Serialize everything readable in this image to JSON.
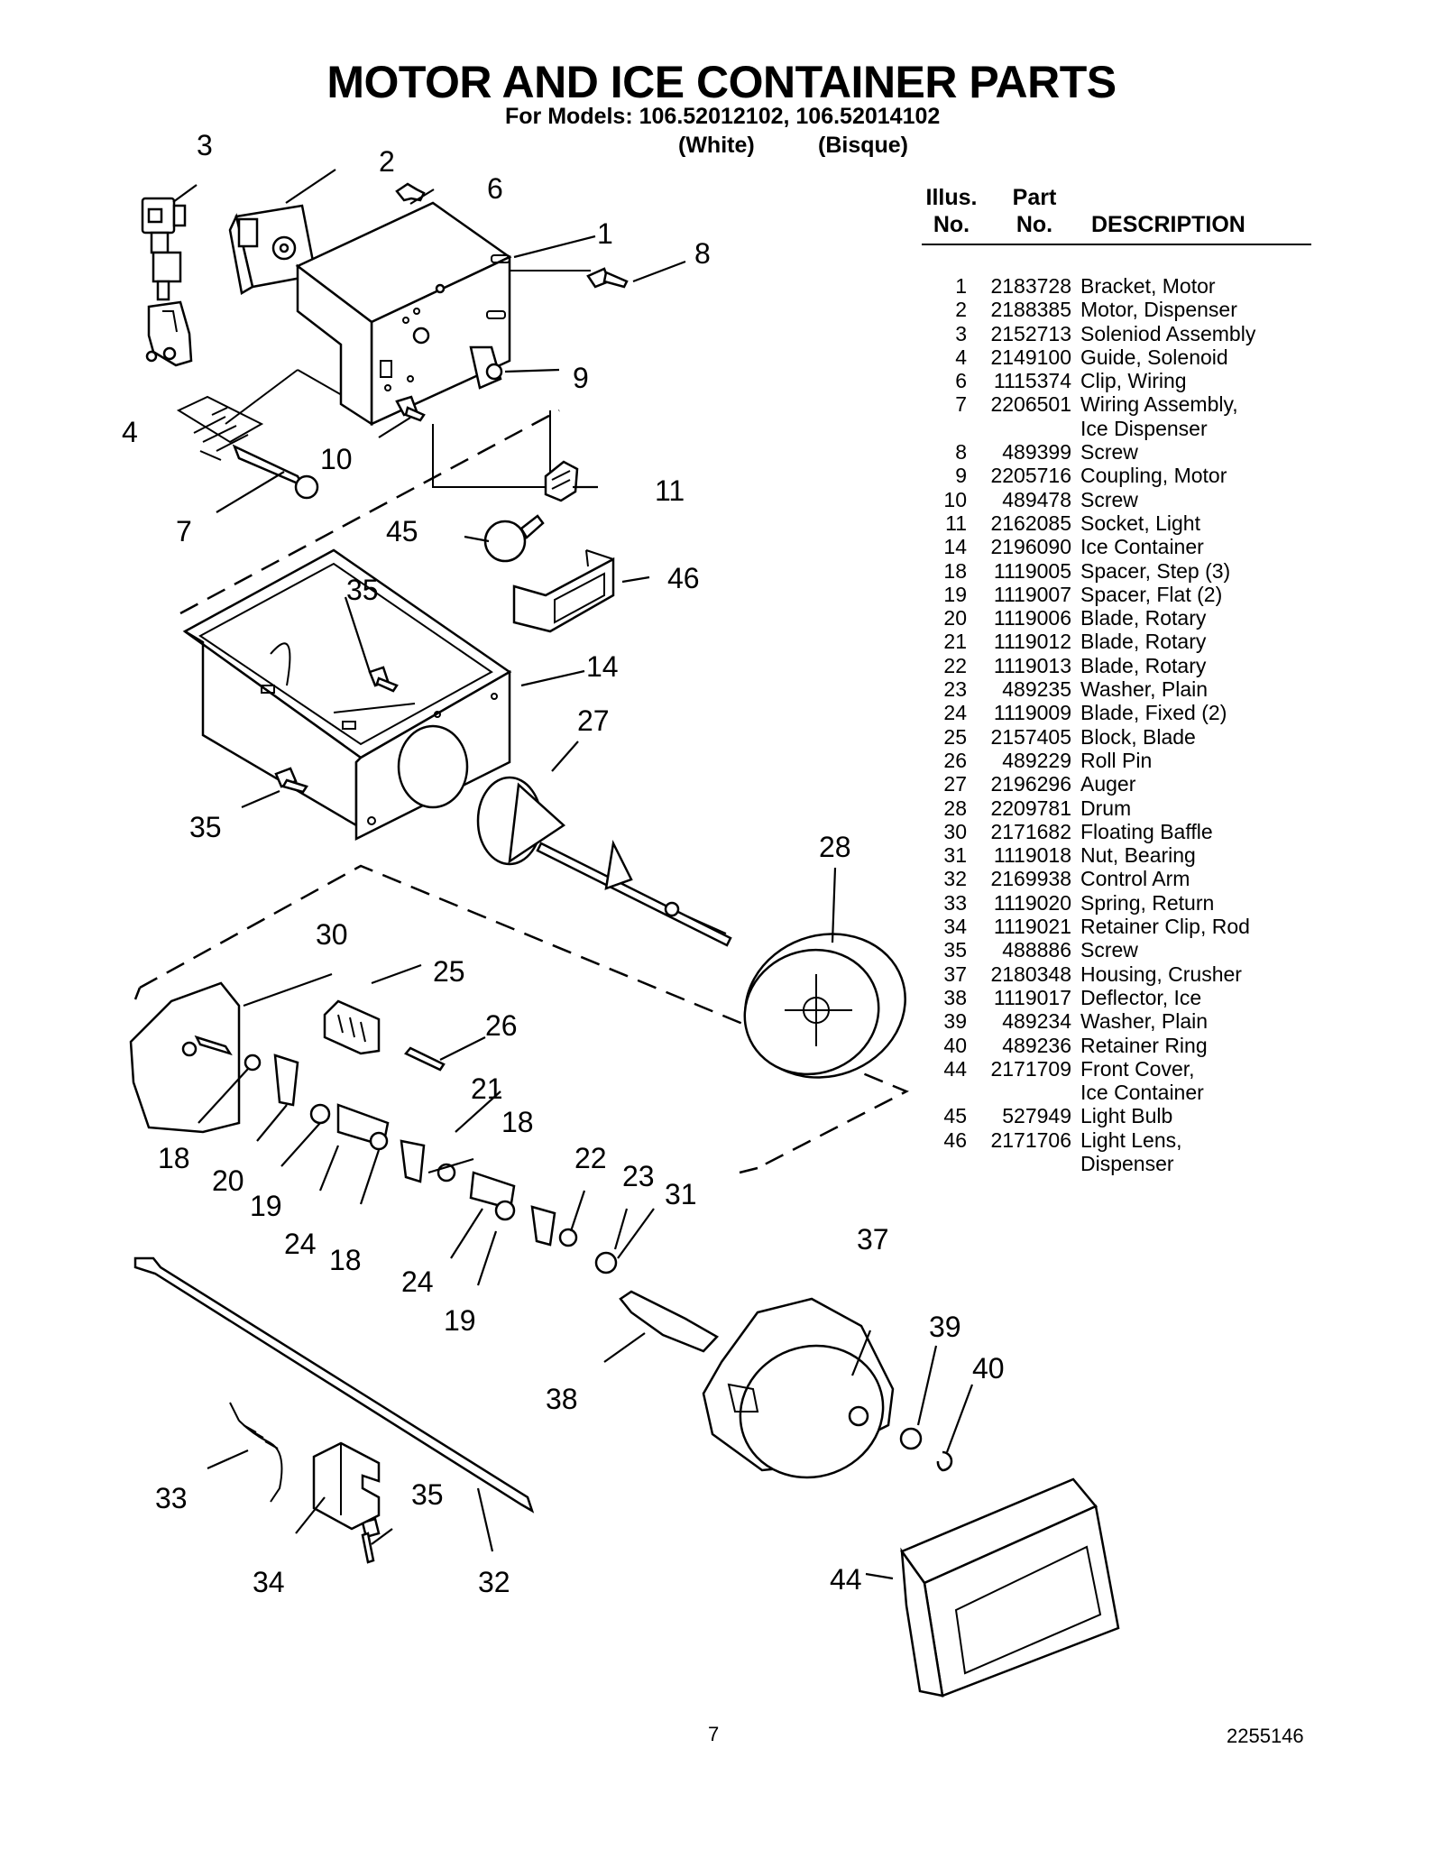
{
  "header": {
    "title": "MOTOR AND ICE CONTAINER PARTS",
    "models_line": "For Models: 106.52012102, 106.52014102",
    "variant_1": "(White)",
    "variant_2": "(Bisque)"
  },
  "parts_table": {
    "columns": {
      "illus_1": "Illus.",
      "illus_2": "No.",
      "part_1": "Part",
      "part_2": "No.",
      "description": "DESCRIPTION"
    },
    "rows": [
      {
        "illus": "1",
        "part": "2183728",
        "description": [
          "Bracket, Motor"
        ]
      },
      {
        "illus": "2",
        "part": "2188385",
        "description": [
          "Motor, Dispenser"
        ]
      },
      {
        "illus": "3",
        "part": "2152713",
        "description": [
          "Soleniod Assembly"
        ]
      },
      {
        "illus": "4",
        "part": "2149100",
        "description": [
          "Guide, Solenoid"
        ]
      },
      {
        "illus": "6",
        "part": "1115374",
        "description": [
          "Clip, Wiring"
        ]
      },
      {
        "illus": "7",
        "part": "2206501",
        "description": [
          "Wiring Assembly,",
          "Ice Dispenser"
        ]
      },
      {
        "illus": "8",
        "part": "489399",
        "description": [
          "Screw"
        ]
      },
      {
        "illus": "9",
        "part": "2205716",
        "description": [
          "Coupling, Motor"
        ]
      },
      {
        "illus": "10",
        "part": "489478",
        "description": [
          "Screw"
        ]
      },
      {
        "illus": "11",
        "part": "2162085",
        "description": [
          "Socket, Light"
        ]
      },
      {
        "illus": "14",
        "part": "2196090",
        "description": [
          "Ice Container"
        ]
      },
      {
        "illus": "18",
        "part": "1119005",
        "description": [
          "Spacer, Step (3)"
        ]
      },
      {
        "illus": "19",
        "part": "1119007",
        "description": [
          "Spacer, Flat (2)"
        ]
      },
      {
        "illus": "20",
        "part": "1119006",
        "description": [
          "Blade, Rotary"
        ]
      },
      {
        "illus": "21",
        "part": "1119012",
        "description": [
          "Blade, Rotary"
        ]
      },
      {
        "illus": "22",
        "part": "1119013",
        "description": [
          "Blade, Rotary"
        ]
      },
      {
        "illus": "23",
        "part": "489235",
        "description": [
          "Washer, Plain"
        ]
      },
      {
        "illus": "24",
        "part": "1119009",
        "description": [
          "Blade, Fixed (2)"
        ]
      },
      {
        "illus": "25",
        "part": "2157405",
        "description": [
          "Block, Blade"
        ]
      },
      {
        "illus": "26",
        "part": "489229",
        "description": [
          "Roll Pin"
        ]
      },
      {
        "illus": "27",
        "part": "2196296",
        "description": [
          "Auger"
        ]
      },
      {
        "illus": "28",
        "part": "2209781",
        "description": [
          "Drum"
        ]
      },
      {
        "illus": "30",
        "part": "2171682",
        "description": [
          "Floating Baffle"
        ]
      },
      {
        "illus": "31",
        "part": "1119018",
        "description": [
          "Nut, Bearing"
        ]
      },
      {
        "illus": "32",
        "part": "2169938",
        "description": [
          "Control Arm"
        ]
      },
      {
        "illus": "33",
        "part": "1119020",
        "description": [
          "Spring, Return"
        ]
      },
      {
        "illus": "34",
        "part": "1119021",
        "description": [
          "Retainer Clip, Rod"
        ]
      },
      {
        "illus": "35",
        "part": "488886",
        "description": [
          "Screw"
        ]
      },
      {
        "illus": "37",
        "part": "2180348",
        "description": [
          "Housing, Crusher"
        ]
      },
      {
        "illus": "38",
        "part": "1119017",
        "description": [
          "Deflector, Ice"
        ]
      },
      {
        "illus": "39",
        "part": "489234",
        "description": [
          "Washer, Plain"
        ]
      },
      {
        "illus": "40",
        "part": "489236",
        "description": [
          "Retainer Ring"
        ]
      },
      {
        "illus": "44",
        "part": "2171709",
        "description": [
          "Front Cover,",
          "Ice Container"
        ]
      },
      {
        "illus": "45",
        "part": "527949",
        "description": [
          "Light Bulb"
        ]
      },
      {
        "illus": "46",
        "part": "2171706",
        "description": [
          "Light Lens,",
          "Dispenser"
        ]
      }
    ]
  },
  "callouts": {
    "c1": "1",
    "c2": "2",
    "c3": "3",
    "c4": "4",
    "c6": "6",
    "c7": "7",
    "c8": "8",
    "c9": "9",
    "c10": "10",
    "c11": "11",
    "c14": "14",
    "c18a": "18",
    "c18b": "18",
    "c18c": "18",
    "c19a": "19",
    "c19b": "19",
    "c20": "20",
    "c21": "21",
    "c22": "22",
    "c23": "23",
    "c24a": "24",
    "c24b": "24",
    "c25": "25",
    "c26": "26",
    "c27": "27",
    "c28": "28",
    "c30": "30",
    "c31": "31",
    "c32": "32",
    "c33": "33",
    "c34": "34",
    "c35a": "35",
    "c35b": "35",
    "c35c": "35",
    "c37": "37",
    "c38": "38",
    "c39": "39",
    "c40": "40",
    "c44": "44",
    "c45": "45",
    "c46": "46"
  },
  "footer": {
    "page_number": "7",
    "doc_number": "2255146"
  }
}
